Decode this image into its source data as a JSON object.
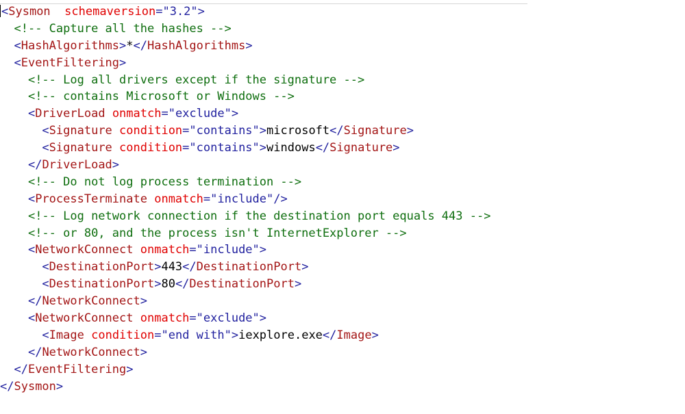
{
  "editor": {
    "lines": [
      {
        "indent": "",
        "parts": [
          [
            "bracket",
            "<"
          ],
          [
            "tag",
            "Sysmon"
          ],
          [
            "text",
            "  "
          ],
          [
            "attr",
            "schemaversion"
          ],
          [
            "eq",
            "="
          ],
          [
            "value",
            "\"3.2\""
          ],
          [
            "bracket",
            ">"
          ]
        ]
      },
      {
        "indent": "  ",
        "parts": [
          [
            "comment",
            "<!-- Capture all the hashes -->"
          ]
        ]
      },
      {
        "indent": "  ",
        "parts": [
          [
            "bracket",
            "<"
          ],
          [
            "tag",
            "HashAlgorithms"
          ],
          [
            "bracket",
            ">"
          ],
          [
            "text",
            "*"
          ],
          [
            "bracket",
            "</"
          ],
          [
            "tag",
            "HashAlgorithms"
          ],
          [
            "bracket",
            ">"
          ]
        ]
      },
      {
        "indent": "  ",
        "parts": [
          [
            "bracket",
            "<"
          ],
          [
            "tag",
            "EventFiltering"
          ],
          [
            "bracket",
            ">"
          ]
        ]
      },
      {
        "indent": "    ",
        "parts": [
          [
            "comment",
            "<!-- Log all drivers except if the signature -->"
          ]
        ]
      },
      {
        "indent": "    ",
        "parts": [
          [
            "comment",
            "<!-- contains Microsoft or Windows -->"
          ]
        ]
      },
      {
        "indent": "    ",
        "parts": [
          [
            "bracket",
            "<"
          ],
          [
            "tag",
            "DriverLoad"
          ],
          [
            "text",
            " "
          ],
          [
            "attr",
            "onmatch"
          ],
          [
            "eq",
            "="
          ],
          [
            "value",
            "\"exclude\""
          ],
          [
            "bracket",
            ">"
          ]
        ]
      },
      {
        "indent": "      ",
        "parts": [
          [
            "bracket",
            "<"
          ],
          [
            "tag",
            "Signature"
          ],
          [
            "text",
            " "
          ],
          [
            "attr",
            "condition"
          ],
          [
            "eq",
            "="
          ],
          [
            "value",
            "\"contains\""
          ],
          [
            "bracket",
            ">"
          ],
          [
            "text",
            "microsoft"
          ],
          [
            "bracket",
            "</"
          ],
          [
            "tag",
            "Signature"
          ],
          [
            "bracket",
            ">"
          ]
        ]
      },
      {
        "indent": "      ",
        "parts": [
          [
            "bracket",
            "<"
          ],
          [
            "tag",
            "Signature"
          ],
          [
            "text",
            " "
          ],
          [
            "attr",
            "condition"
          ],
          [
            "eq",
            "="
          ],
          [
            "value",
            "\"contains\""
          ],
          [
            "bracket",
            ">"
          ],
          [
            "text",
            "windows"
          ],
          [
            "bracket",
            "</"
          ],
          [
            "tag",
            "Signature"
          ],
          [
            "bracket",
            ">"
          ]
        ]
      },
      {
        "indent": "    ",
        "parts": [
          [
            "bracket",
            "</"
          ],
          [
            "tag",
            "DriverLoad"
          ],
          [
            "bracket",
            ">"
          ]
        ]
      },
      {
        "indent": "    ",
        "parts": [
          [
            "comment",
            "<!-- Do not log process termination -->"
          ]
        ]
      },
      {
        "indent": "    ",
        "parts": [
          [
            "bracket",
            "<"
          ],
          [
            "tag",
            "ProcessTerminate"
          ],
          [
            "text",
            " "
          ],
          [
            "attr",
            "onmatch"
          ],
          [
            "eq",
            "="
          ],
          [
            "value",
            "\"include\""
          ],
          [
            "bracket",
            "/>"
          ]
        ]
      },
      {
        "indent": "    ",
        "parts": [
          [
            "comment",
            "<!-- Log network connection if the destination port equals 443 -->"
          ]
        ]
      },
      {
        "indent": "    ",
        "parts": [
          [
            "comment",
            "<!-- or 80, and the process isn't InternetExplorer -->"
          ]
        ]
      },
      {
        "indent": "    ",
        "parts": [
          [
            "bracket",
            "<"
          ],
          [
            "tag",
            "NetworkConnect"
          ],
          [
            "text",
            " "
          ],
          [
            "attr",
            "onmatch"
          ],
          [
            "eq",
            "="
          ],
          [
            "value",
            "\"include\""
          ],
          [
            "bracket",
            ">"
          ]
        ]
      },
      {
        "indent": "      ",
        "parts": [
          [
            "bracket",
            "<"
          ],
          [
            "tag",
            "DestinationPort"
          ],
          [
            "bracket",
            ">"
          ],
          [
            "text",
            "443"
          ],
          [
            "bracket",
            "</"
          ],
          [
            "tag",
            "DestinationPort"
          ],
          [
            "bracket",
            ">"
          ]
        ]
      },
      {
        "indent": "      ",
        "parts": [
          [
            "bracket",
            "<"
          ],
          [
            "tag",
            "DestinationPort"
          ],
          [
            "bracket",
            ">"
          ],
          [
            "text",
            "80"
          ],
          [
            "bracket",
            "</"
          ],
          [
            "tag",
            "DestinationPort"
          ],
          [
            "bracket",
            ">"
          ]
        ]
      },
      {
        "indent": "    ",
        "parts": [
          [
            "bracket",
            "</"
          ],
          [
            "tag",
            "NetworkConnect"
          ],
          [
            "bracket",
            ">"
          ]
        ]
      },
      {
        "indent": "    ",
        "parts": [
          [
            "bracket",
            "<"
          ],
          [
            "tag",
            "NetworkConnect"
          ],
          [
            "text",
            " "
          ],
          [
            "attr",
            "onmatch"
          ],
          [
            "eq",
            "="
          ],
          [
            "value",
            "\"exclude\""
          ],
          [
            "bracket",
            ">"
          ]
        ]
      },
      {
        "indent": "      ",
        "parts": [
          [
            "bracket",
            "<"
          ],
          [
            "tag",
            "Image"
          ],
          [
            "text",
            " "
          ],
          [
            "attr",
            "condition"
          ],
          [
            "eq",
            "="
          ],
          [
            "value",
            "\"end with\""
          ],
          [
            "bracket",
            ">"
          ],
          [
            "text",
            "iexplore.exe"
          ],
          [
            "bracket",
            "</"
          ],
          [
            "tag",
            "Image"
          ],
          [
            "bracket",
            ">"
          ]
        ]
      },
      {
        "indent": "    ",
        "parts": [
          [
            "bracket",
            "</"
          ],
          [
            "tag",
            "NetworkConnect"
          ],
          [
            "bracket",
            ">"
          ]
        ]
      },
      {
        "indent": "  ",
        "parts": [
          [
            "bracket",
            "</"
          ],
          [
            "tag",
            "EventFiltering"
          ],
          [
            "bracket",
            ">"
          ]
        ]
      },
      {
        "indent": "",
        "parts": [
          [
            "bracket",
            "</"
          ],
          [
            "tag",
            "Sysmon"
          ],
          [
            "bracket",
            ">"
          ]
        ]
      }
    ]
  },
  "colors": {
    "comment": "#0e6e0e",
    "tag": "#a31515",
    "attribute": "#e00000",
    "bracket_and_value": "#1f1f9e",
    "text": "#000000",
    "background": "#ffffff"
  }
}
